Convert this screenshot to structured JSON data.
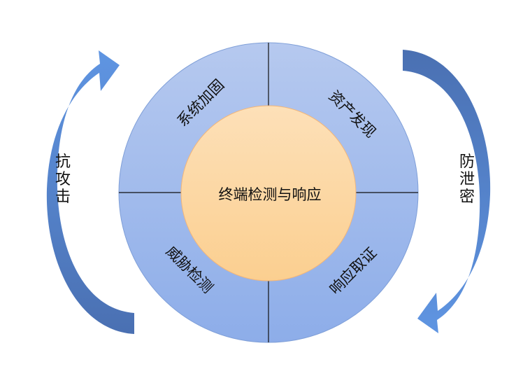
{
  "center": {
    "label": "终端检测与响应"
  },
  "quadrants": [
    {
      "label": "系统加固"
    },
    {
      "label": "资产发现"
    },
    {
      "label": "威胁检测"
    },
    {
      "label": "响应取证"
    }
  ],
  "left_arrow": {
    "label": [
      "抗",
      "攻",
      "击"
    ]
  },
  "right_arrow": {
    "label": [
      "防",
      "泄",
      "密"
    ]
  },
  "colors": {
    "ring_top": "#b6c9ef",
    "ring_bottom": "#8dade9",
    "core_top": "#fde0b8",
    "core_bottom": "#fbcf90",
    "arrow_light": "#5f95e2",
    "arrow_dark": "#4a70b2"
  }
}
